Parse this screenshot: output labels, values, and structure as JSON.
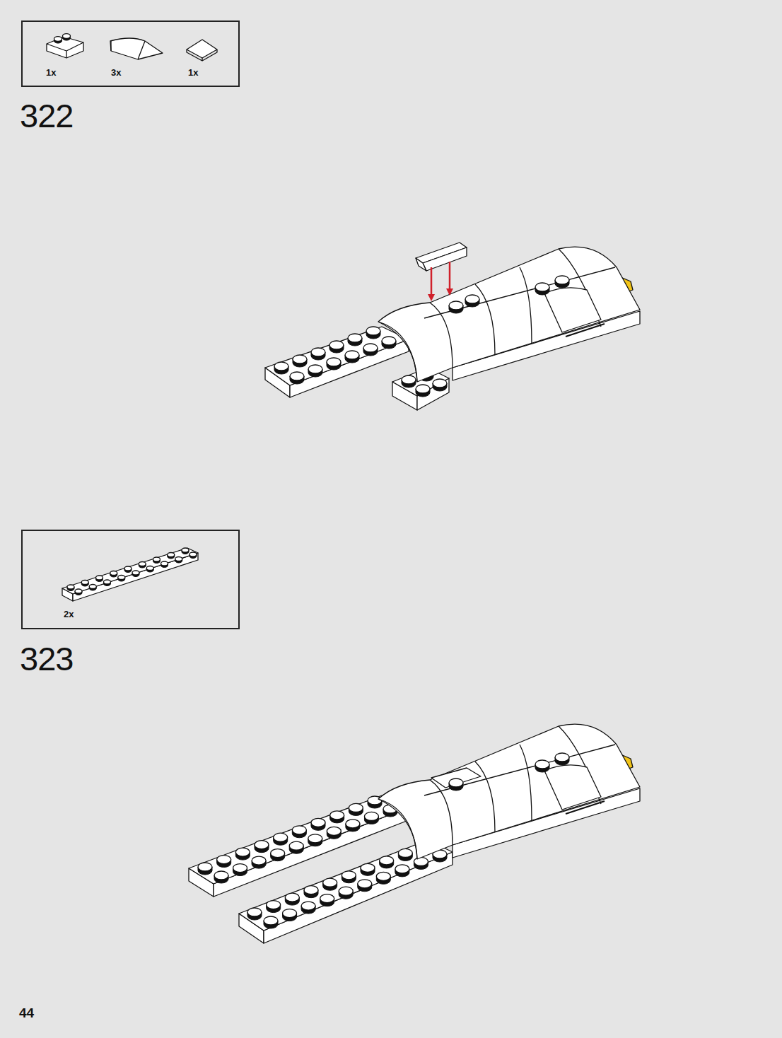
{
  "diagram": {
    "nodes": [
      {
        "text": [
          "1x",
          "3x",
          "1x"
        ]
      },
      {
        "text": [
          "2x"
        ]
      }
    ],
    "labels": [
      "322",
      "323",
      "44"
    ]
  }
}
